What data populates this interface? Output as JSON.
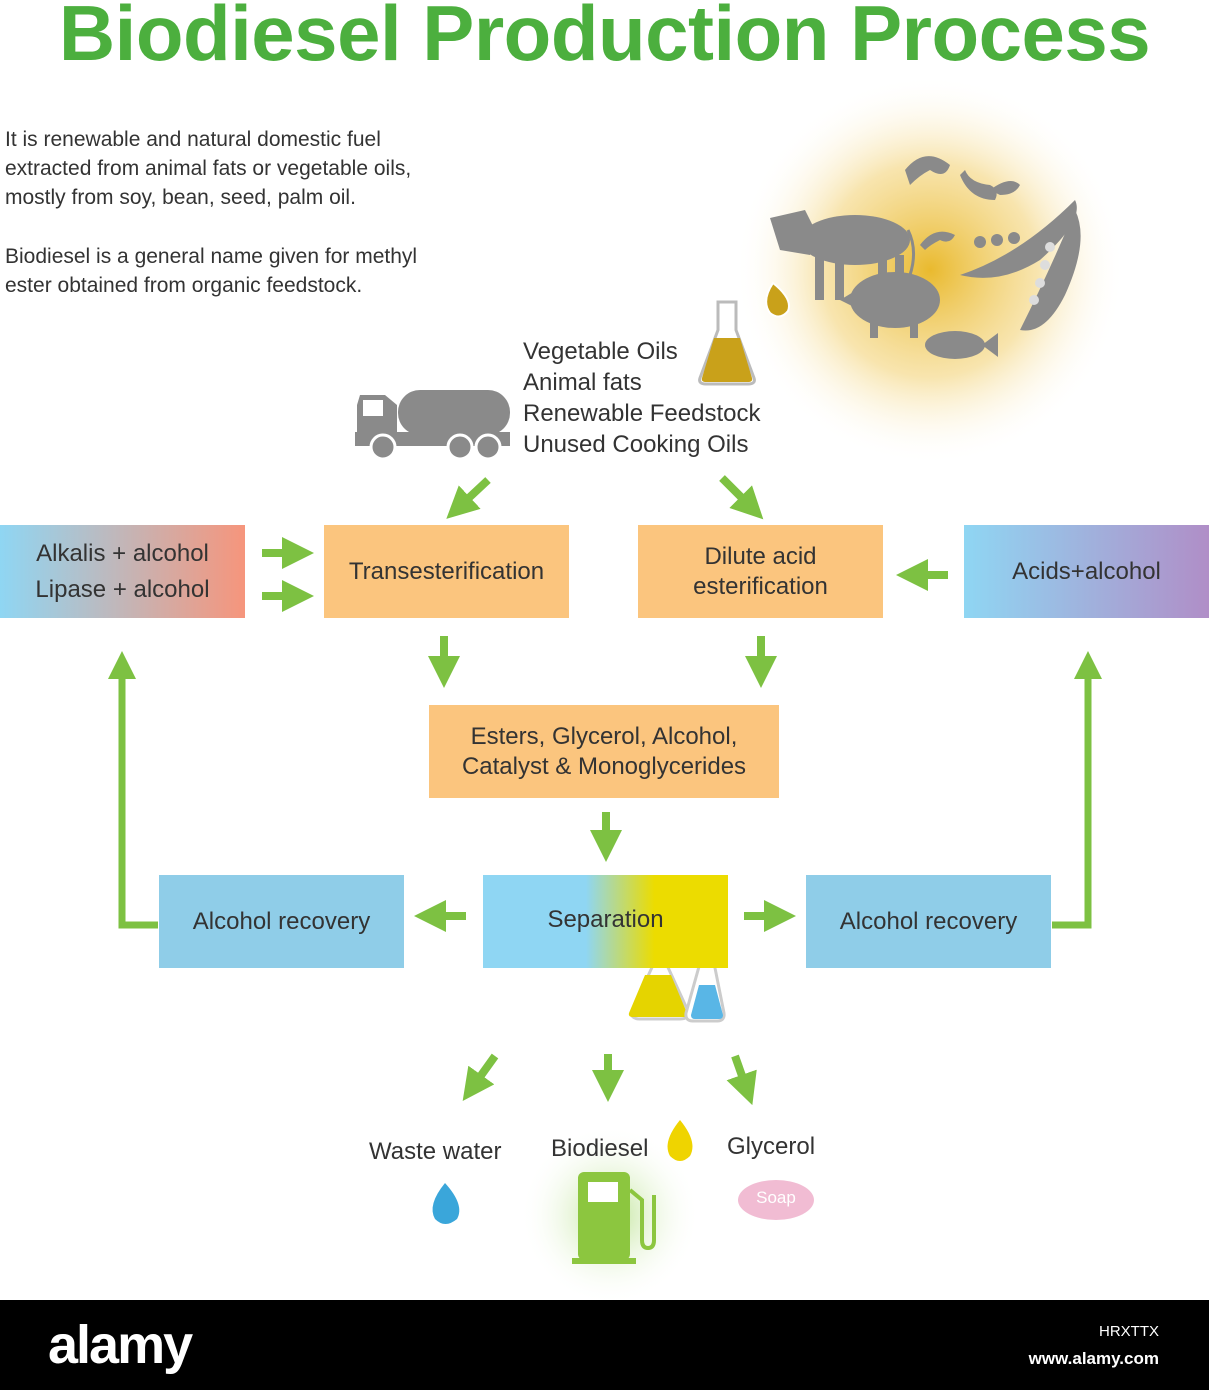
{
  "title": "Biodiesel Production Process",
  "intro": {
    "p1": [
      "It is renewable and natural domestic fuel",
      "extracted from animal fats or vegetable oils,",
      "mostly from soy, bean, seed, palm oil."
    ],
    "p2": [
      "Biodiesel is a general name given for methyl",
      "ester obtained from organic feedstock."
    ]
  },
  "feedstock": [
    "Vegetable Oils",
    "Animal fats",
    "Renewable Feedstock",
    "Unused Cooking Oils"
  ],
  "nodes": {
    "catalyst_left": [
      "Alkalis + alcohol",
      "Lipase + alcohol"
    ],
    "transesterification": "Transesterification",
    "dilute_acid": [
      "Dilute acid",
      "esterification"
    ],
    "acids_alcohol": "Acids+alcohol",
    "mixture": [
      "Esters, Glycerol, Alcohol,",
      "Catalyst & Monoglycerides"
    ],
    "separation": "Separation",
    "recovery_left": "Alcohol recovery",
    "recovery_right": "Alcohol recovery"
  },
  "outputs": {
    "waste_water": "Waste water",
    "biodiesel": "Biodiesel",
    "glycerol": "Glycerol",
    "soap": "Soap"
  },
  "footer": {
    "brand": "alamy",
    "image_id": "HRXTTX",
    "site": "www.alamy.com"
  },
  "colors": {
    "title_green": "#4caf3e",
    "arrow_green": "#7dc142",
    "process_orange": "#fbc57e",
    "recovery_blue": "#8fcde8",
    "oil_gold": "#c9a11a",
    "icon_grey": "#8a8a8a"
  }
}
